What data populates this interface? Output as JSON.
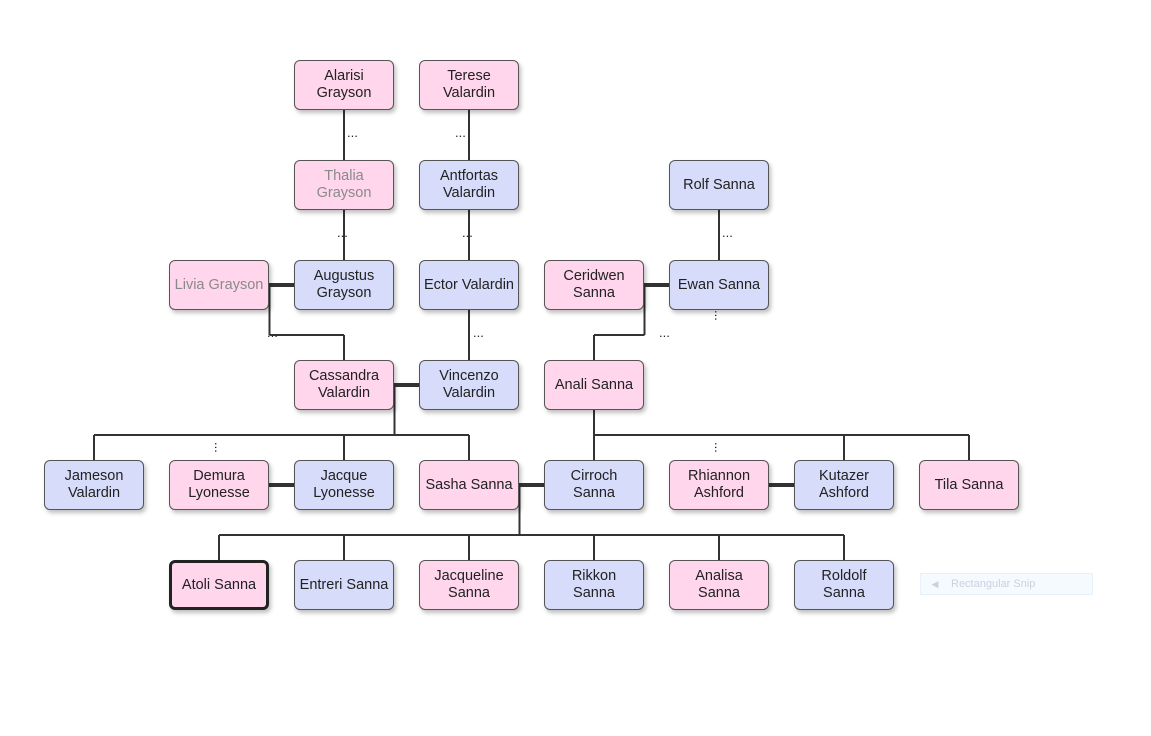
{
  "people": [
    {
      "id": "alarisi",
      "name": "Alarisi Grayson",
      "gender": "female",
      "faded": false
    },
    {
      "id": "terese",
      "name": "Terese Valardin",
      "gender": "female",
      "faded": false
    },
    {
      "id": "thalia",
      "name": "Thalia Grayson",
      "gender": "female",
      "faded": true
    },
    {
      "id": "antfortas",
      "name": "Antfortas Valardin",
      "gender": "male",
      "faded": false
    },
    {
      "id": "rolf",
      "name": "Rolf Sanna",
      "gender": "male",
      "faded": false
    },
    {
      "id": "livia",
      "name": "Livia Grayson",
      "gender": "female",
      "faded": true
    },
    {
      "id": "augustus",
      "name": "Augustus Grayson",
      "gender": "male",
      "faded": false
    },
    {
      "id": "ector",
      "name": "Ector Valardin",
      "gender": "male",
      "faded": false
    },
    {
      "id": "ceridwen",
      "name": "Ceridwen Sanna",
      "gender": "female",
      "faded": false
    },
    {
      "id": "ewan",
      "name": "Ewan Sanna",
      "gender": "male",
      "faded": false
    },
    {
      "id": "cassandra",
      "name": "Cassandra Valardin",
      "gender": "female",
      "faded": false
    },
    {
      "id": "vincenzo",
      "name": "Vincenzo Valardin",
      "gender": "male",
      "faded": false
    },
    {
      "id": "anali",
      "name": "Anali Sanna",
      "gender": "female",
      "faded": false
    },
    {
      "id": "jameson",
      "name": "Jameson Valardin",
      "gender": "male",
      "faded": false
    },
    {
      "id": "demura",
      "name": "Demura Lyonesse",
      "gender": "female",
      "faded": false
    },
    {
      "id": "jacque",
      "name": "Jacque Lyonesse",
      "gender": "male",
      "faded": false
    },
    {
      "id": "sasha",
      "name": "Sasha Sanna",
      "gender": "female",
      "faded": false
    },
    {
      "id": "cirroch",
      "name": "Cirroch Sanna",
      "gender": "male",
      "faded": false
    },
    {
      "id": "rhiannon",
      "name": "Rhiannon Ashford",
      "gender": "female",
      "faded": false
    },
    {
      "id": "kutazer",
      "name": "Kutazer Ashford",
      "gender": "male",
      "faded": false
    },
    {
      "id": "tila",
      "name": "Tila Sanna",
      "gender": "female",
      "faded": false
    },
    {
      "id": "atoli",
      "name": "Atoli Sanna",
      "gender": "female",
      "faded": false,
      "selected": true
    },
    {
      "id": "entreri",
      "name": "Entreri Sanna",
      "gender": "male",
      "faded": false
    },
    {
      "id": "jacqueline",
      "name": "Jacqueline Sanna",
      "gender": "female",
      "faded": false
    },
    {
      "id": "rikkon",
      "name": "Rikkon Sanna",
      "gender": "male",
      "faded": false
    },
    {
      "id": "analisa",
      "name": "Analisa Sanna",
      "gender": "female",
      "faded": false
    },
    {
      "id": "roldolf",
      "name": "Roldolf Sanna",
      "gender": "male",
      "faded": false
    }
  ],
  "couples": [
    [
      "livia",
      "augustus"
    ],
    [
      "ceridwen",
      "ewan"
    ],
    [
      "cassandra",
      "vincenzo"
    ],
    [
      "demura",
      "jacque"
    ],
    [
      "sasha",
      "cirroch"
    ],
    [
      "rhiannon",
      "kutazer"
    ]
  ],
  "parent_child": [
    {
      "parents": [
        "alarisi"
      ],
      "children": [
        "thalia"
      ]
    },
    {
      "parents": [
        "terese"
      ],
      "children": [
        "antfortas"
      ]
    },
    {
      "parents": [
        "thalia"
      ],
      "children": [
        "augustus"
      ]
    },
    {
      "parents": [
        "antfortas"
      ],
      "children": [
        "ector"
      ]
    },
    {
      "parents": [
        "rolf"
      ],
      "children": [
        "ewan"
      ]
    },
    {
      "parents": [
        "ector"
      ],
      "children": [
        "vincenzo"
      ]
    },
    {
      "parents": [
        "livia",
        "augustus"
      ],
      "children": [
        "cassandra"
      ]
    },
    {
      "parents": [
        "ceridwen",
        "ewan"
      ],
      "children": [
        "anali"
      ]
    },
    {
      "parents": [
        "cassandra",
        "vincenzo"
      ],
      "children": [
        "jameson",
        "jacque",
        "sasha"
      ]
    },
    {
      "parents": [
        "anali"
      ],
      "children": [
        "cirroch",
        "kutazer",
        "tila"
      ]
    },
    {
      "parents": [
        "sasha",
        "cirroch"
      ],
      "children": [
        "atoli",
        "entreri",
        "jacqueline",
        "rikkon",
        "analisa",
        "roldolf"
      ]
    }
  ],
  "ellipsis_marker": "...",
  "overlay": {
    "label": "Rectangular Snip",
    "icon": "snip-icon"
  },
  "colors": {
    "female": "#ffd6ec",
    "male": "#d6dcfa",
    "line": "#333333",
    "border": "#555555"
  }
}
